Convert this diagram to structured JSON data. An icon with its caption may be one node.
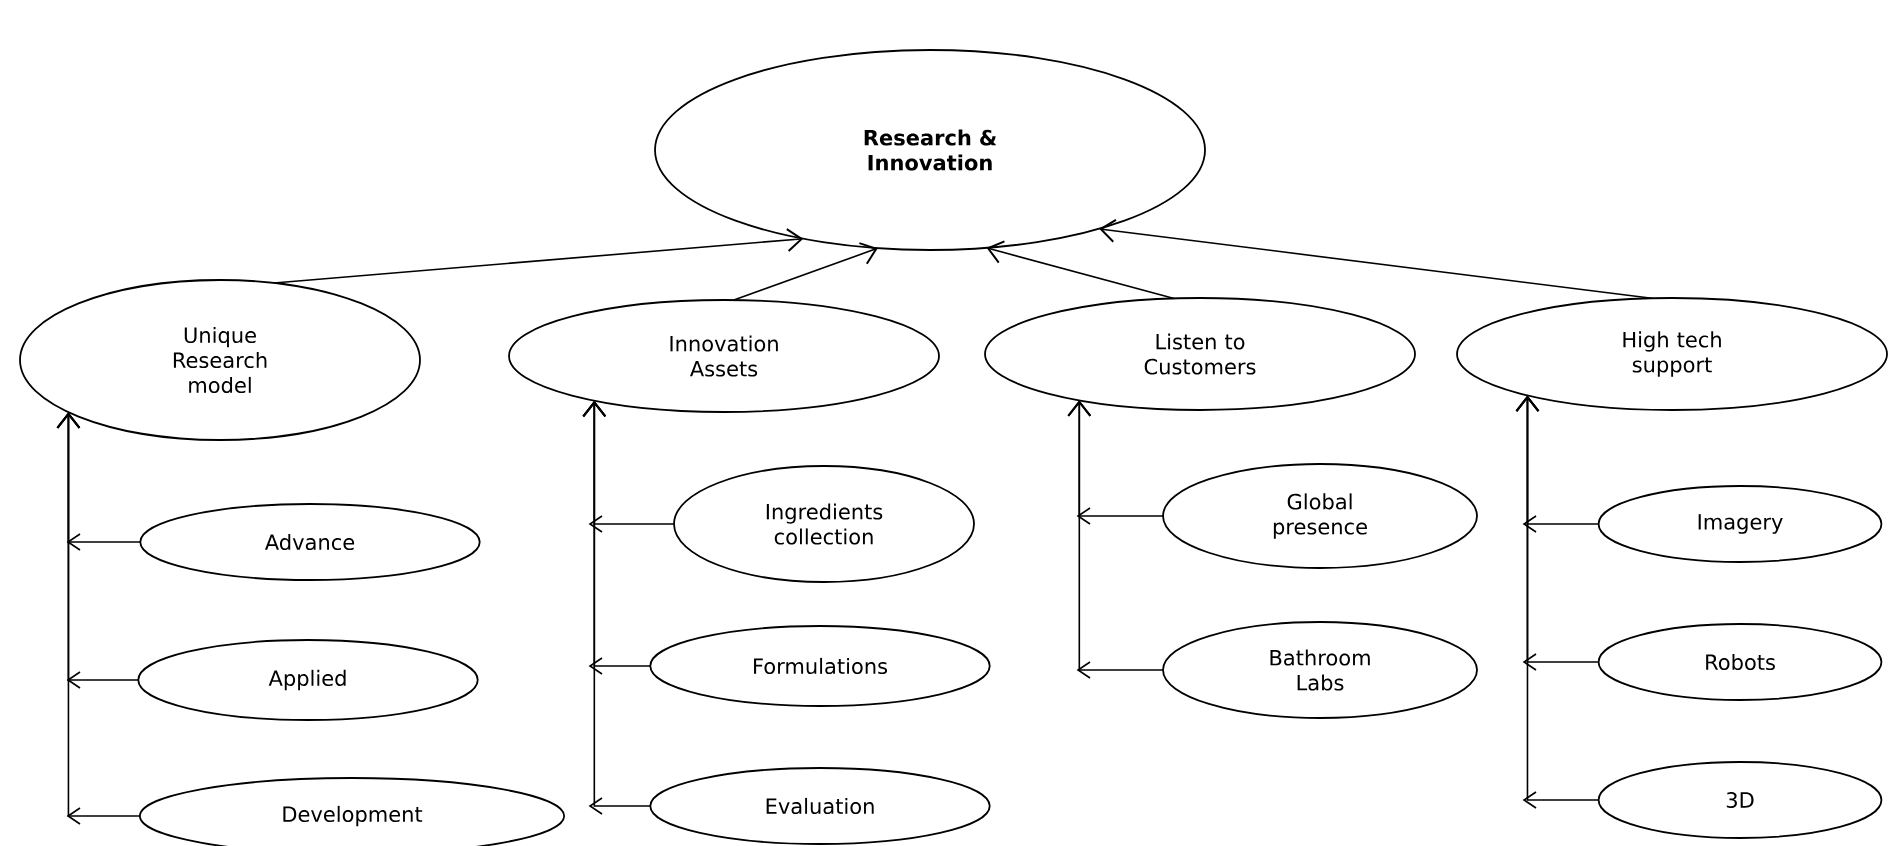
{
  "diagram": {
    "nodes": [
      {
        "text": [
          "Research & Innovation"
        ]
      },
      {
        "text": [
          "Unique Research model"
        ]
      },
      {
        "text": [
          "Innovation Assets"
        ]
      },
      {
        "text": [
          "Listen to Customers"
        ]
      },
      {
        "text": [
          "High tech support"
        ]
      },
      {
        "text": [
          "Advance"
        ]
      },
      {
        "text": [
          "Applied"
        ]
      },
      {
        "text": [
          "Development"
        ]
      },
      {
        "text": [
          "Ingredients collection"
        ]
      },
      {
        "text": [
          "Formulations"
        ]
      },
      {
        "text": [
          "Evaluation"
        ]
      },
      {
        "text": [
          "Global presence"
        ]
      },
      {
        "text": [
          "Bathroom Labs"
        ]
      },
      {
        "text": [
          "Imagery"
        ]
      },
      {
        "text": [
          "Robots"
        ]
      },
      {
        "text": [
          "3D"
        ]
      }
    ],
    "edges": [
      {
        "from": 1,
        "to": 0,
        "arrow": "to"
      },
      {
        "from": 2,
        "to": 0,
        "arrow": "to"
      },
      {
        "from": 3,
        "to": 0,
        "arrow": "to"
      },
      {
        "from": 4,
        "to": 0,
        "arrow": "to"
      },
      {
        "from": 5,
        "to": 1,
        "arrow": "to"
      },
      {
        "from": 6,
        "to": 1,
        "arrow": "to"
      },
      {
        "from": 7,
        "to": 1,
        "arrow": "to"
      },
      {
        "from": 8,
        "to": 2,
        "arrow": "to"
      },
      {
        "from": 9,
        "to": 2,
        "arrow": "to"
      },
      {
        "from": 10,
        "to": 2,
        "arrow": "to"
      },
      {
        "from": 11,
        "to": 3,
        "arrow": "to"
      },
      {
        "from": 12,
        "to": 3,
        "arrow": "to"
      },
      {
        "from": 13,
        "to": 4,
        "arrow": "to"
      },
      {
        "from": 14,
        "to": 4,
        "arrow": "to"
      },
      {
        "from": 15,
        "to": 4,
        "arrow": "to"
      }
    ]
  }
}
